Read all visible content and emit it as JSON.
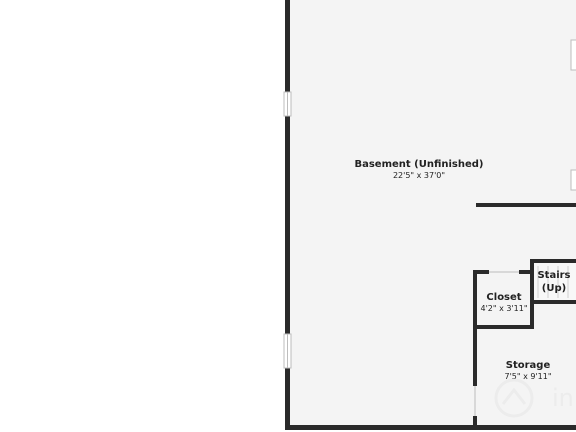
{
  "colors": {
    "background": "#ffffff",
    "floor": "#f4f4f4",
    "wall": "#2a2a2a",
    "window": "#dcdcdc",
    "watermark": "#e6e6e6"
  },
  "rooms": {
    "basement": {
      "name": "Basement (Unfinished)",
      "dims": "22'5\" x 37'0\""
    },
    "closet": {
      "name": "Closet",
      "dims": "4'2\" x 3'11\""
    },
    "stairs": {
      "name_line1": "Stairs",
      "name_line2": "(Up)"
    },
    "storage": {
      "name": "Storage",
      "dims": "7'5\" x 9'11\""
    }
  },
  "watermark": {
    "text": "in"
  }
}
